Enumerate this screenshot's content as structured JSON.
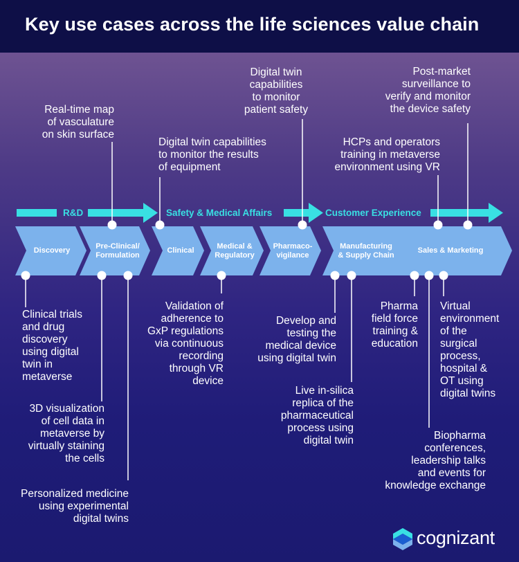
{
  "title": "Key use cases across the life sciences value chain",
  "bands": {
    "rd": "R&D",
    "safety": "Safety & Medical Affairs",
    "customer": "Customer Experience"
  },
  "stages": {
    "discovery": "Discovery",
    "preclinical": [
      "Pre-Clinical/",
      "Formulation"
    ],
    "clinical": "Clinical",
    "medical": [
      "Medical &",
      "Regulatory"
    ],
    "pharmaco": [
      "Pharmaco-",
      "vigilance"
    ],
    "manufacturing": [
      "Manufacturing",
      "& Supply Chain"
    ],
    "sales": "Sales & Marketing"
  },
  "use_cases": {
    "realtime_map": [
      "Real-time map",
      "of vasculature",
      "on skin surface"
    ],
    "dt_results": [
      "Digital twin capabilities",
      "to monitor the results",
      "of equipment"
    ],
    "dt_patient": [
      "Digital twin",
      "capabilities",
      "to monitor",
      "patient safety"
    ],
    "hcp_training": [
      "HCPs and operators",
      "training in metaverse",
      "environment using VR"
    ],
    "post_market": [
      "Post-market",
      "surveillance to",
      "verify and monitor",
      "the device safety"
    ],
    "clinical_trials": [
      "Clinical trials",
      "and drug",
      "discovery",
      "using digital",
      "twin in",
      "metaverse"
    ],
    "visualization_3d": [
      "3D visualization",
      "of cell data in",
      "metaverse by",
      "virtually staining",
      "the cells"
    ],
    "personalized": [
      "Personalized medicine",
      "using experimental",
      "digital twins"
    ],
    "gxp": [
      "Validation of",
      "adherence to",
      "GxP regulations",
      "via continuous",
      "recording",
      "through VR",
      "device"
    ],
    "develop_testing": [
      "Develop and",
      "testing the",
      "medical device",
      "using digital twin"
    ],
    "in_silica": [
      "Live in-silica",
      "replica of the",
      "pharmaceutical",
      "process using",
      "digital twin"
    ],
    "field_force": [
      "Pharma",
      "field force",
      "training &",
      "education"
    ],
    "biopharma": [
      "Biopharma",
      "conferences,",
      "leadership talks",
      "and events for",
      "knowledge exchange"
    ],
    "virtual_env": [
      "Virtual",
      "environment",
      "of the",
      "surgical",
      "process,",
      "hospital &",
      "OT using",
      "digital twins"
    ]
  },
  "logo": "cognizant",
  "colors": {
    "accent_cyan": "#39e0e3",
    "chevron_blue": "#7cb2ec",
    "header_navy": "#0e0f47"
  }
}
